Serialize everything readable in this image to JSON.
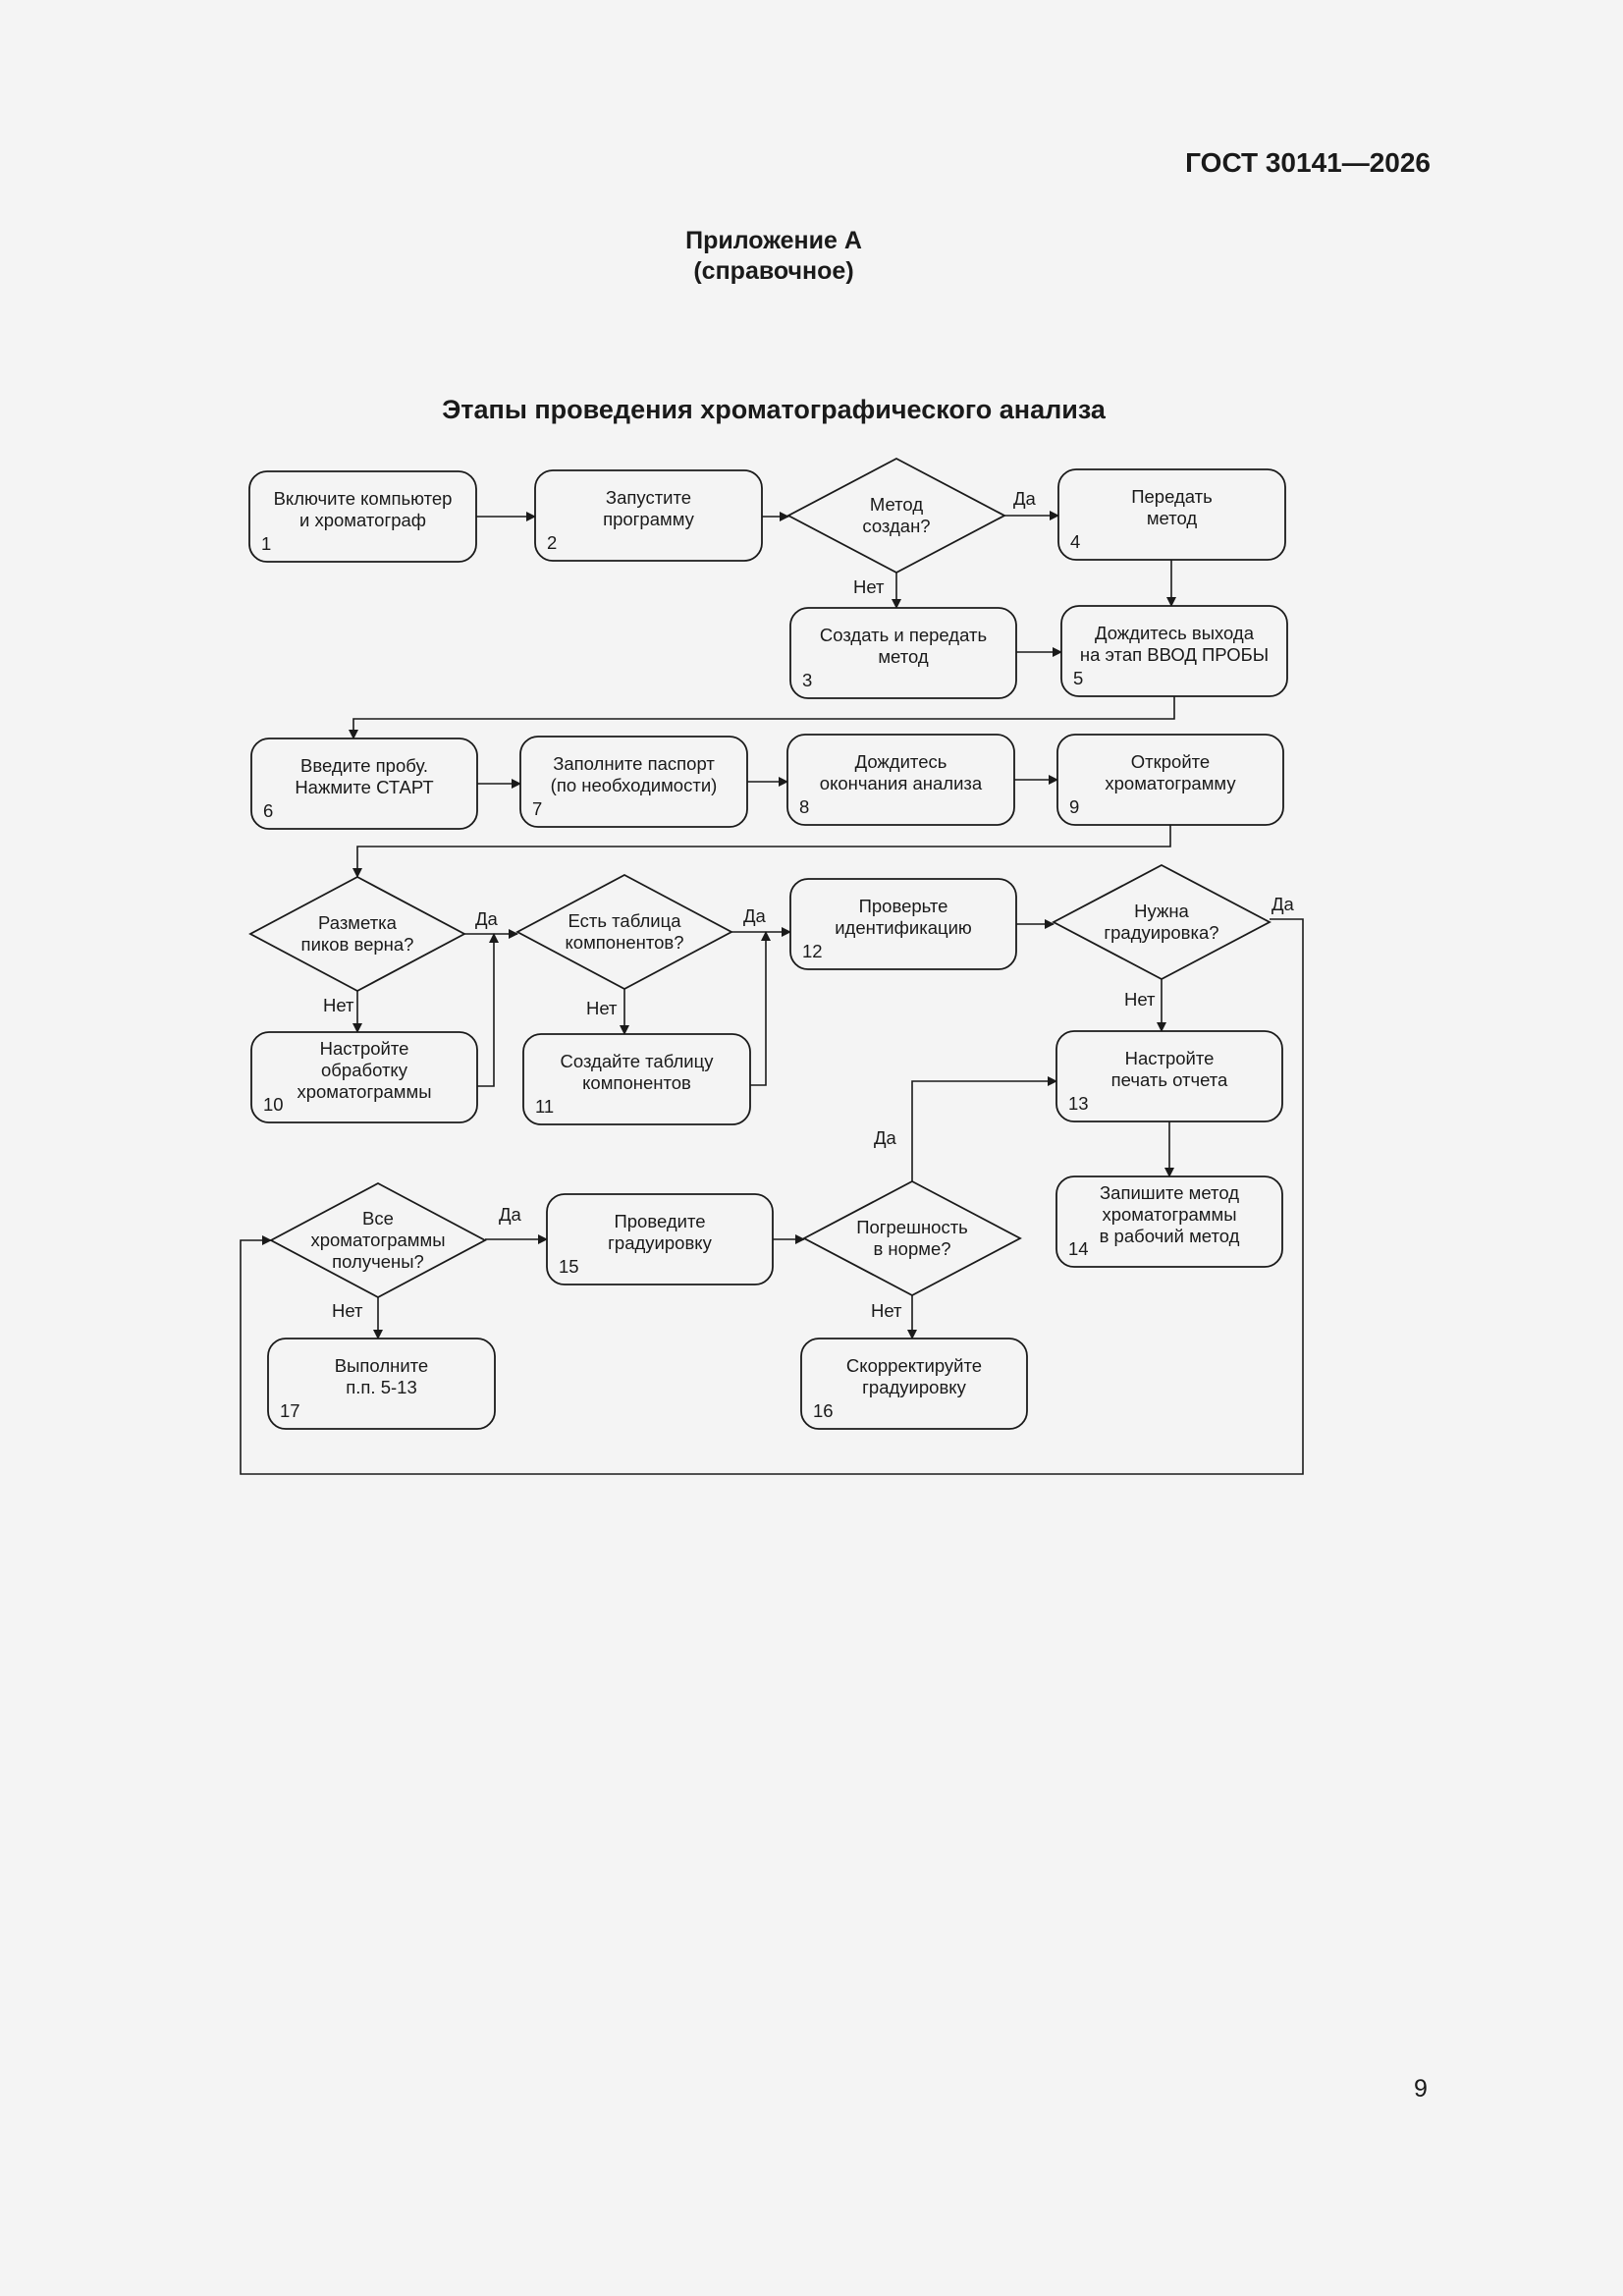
{
  "header": {
    "doc_code": "ГОСТ 30141—2026",
    "annex_title": "Приложение А",
    "annex_type": "(справочное)"
  },
  "figure": {
    "title": "Этапы проведения хроматографического анализа",
    "labels": {
      "yes": "Да",
      "no": "Нет"
    },
    "steps": {
      "s1": {
        "num": "1",
        "lines": [
          "Включите компьютер",
          "и хроматограф"
        ]
      },
      "s2": {
        "num": "2",
        "lines": [
          "Запустите",
          "программу"
        ]
      },
      "d_method": {
        "lines": [
          "Метод",
          "создан?"
        ]
      },
      "s4": {
        "num": "4",
        "lines": [
          "Передать",
          "метод"
        ]
      },
      "s3": {
        "num": "3",
        "lines": [
          "Создать и передать",
          "метод"
        ]
      },
      "s5": {
        "num": "5",
        "lines": [
          "Дождитесь выхода",
          "на этап ВВОД ПРОБЫ"
        ]
      },
      "s6": {
        "num": "6",
        "lines": [
          "Введите пробу.",
          "Нажмите СТАРТ"
        ]
      },
      "s7": {
        "num": "7",
        "lines": [
          "Заполните паспорт",
          "(по необходимости)"
        ]
      },
      "s8": {
        "num": "8",
        "lines": [
          "Дождитесь",
          "окончания анализа"
        ]
      },
      "s9": {
        "num": "9",
        "lines": [
          "Откройте",
          "хроматограмму"
        ]
      },
      "d_peaks": {
        "lines": [
          "Разметка",
          "пиков верна?"
        ]
      },
      "d_table": {
        "lines": [
          "Есть таблица",
          "компонентов?"
        ]
      },
      "s12": {
        "num": "12",
        "lines": [
          "Проверьте",
          "идентификацию"
        ]
      },
      "d_calib": {
        "lines": [
          "Нужна",
          "градуировка?"
        ]
      },
      "s10": {
        "num": "10",
        "lines": [
          "Настройте",
          "обработку",
          "хроматограммы"
        ]
      },
      "s11": {
        "num": "11",
        "lines": [
          "Создайте таблицу",
          "компонентов"
        ]
      },
      "s13": {
        "num": "13",
        "lines": [
          "Настройте",
          "печать отчета"
        ]
      },
      "s14": {
        "num": "14",
        "lines": [
          "Запишите метод",
          "хроматограммы",
          "в рабочий метод"
        ]
      },
      "d_all": {
        "lines": [
          "Все",
          "хроматограммы",
          "получены?"
        ]
      },
      "s15": {
        "num": "15",
        "lines": [
          "Проведите",
          "градуировку"
        ]
      },
      "d_error": {
        "lines": [
          "Погрешность",
          "в норме?"
        ]
      },
      "s17": {
        "num": "17",
        "lines": [
          "Выполните",
          "п.п. 5-13"
        ]
      },
      "s16": {
        "num": "16",
        "lines": [
          "Скорректируйте",
          "градуировку"
        ]
      }
    }
  },
  "footer": {
    "page_number": "9"
  }
}
